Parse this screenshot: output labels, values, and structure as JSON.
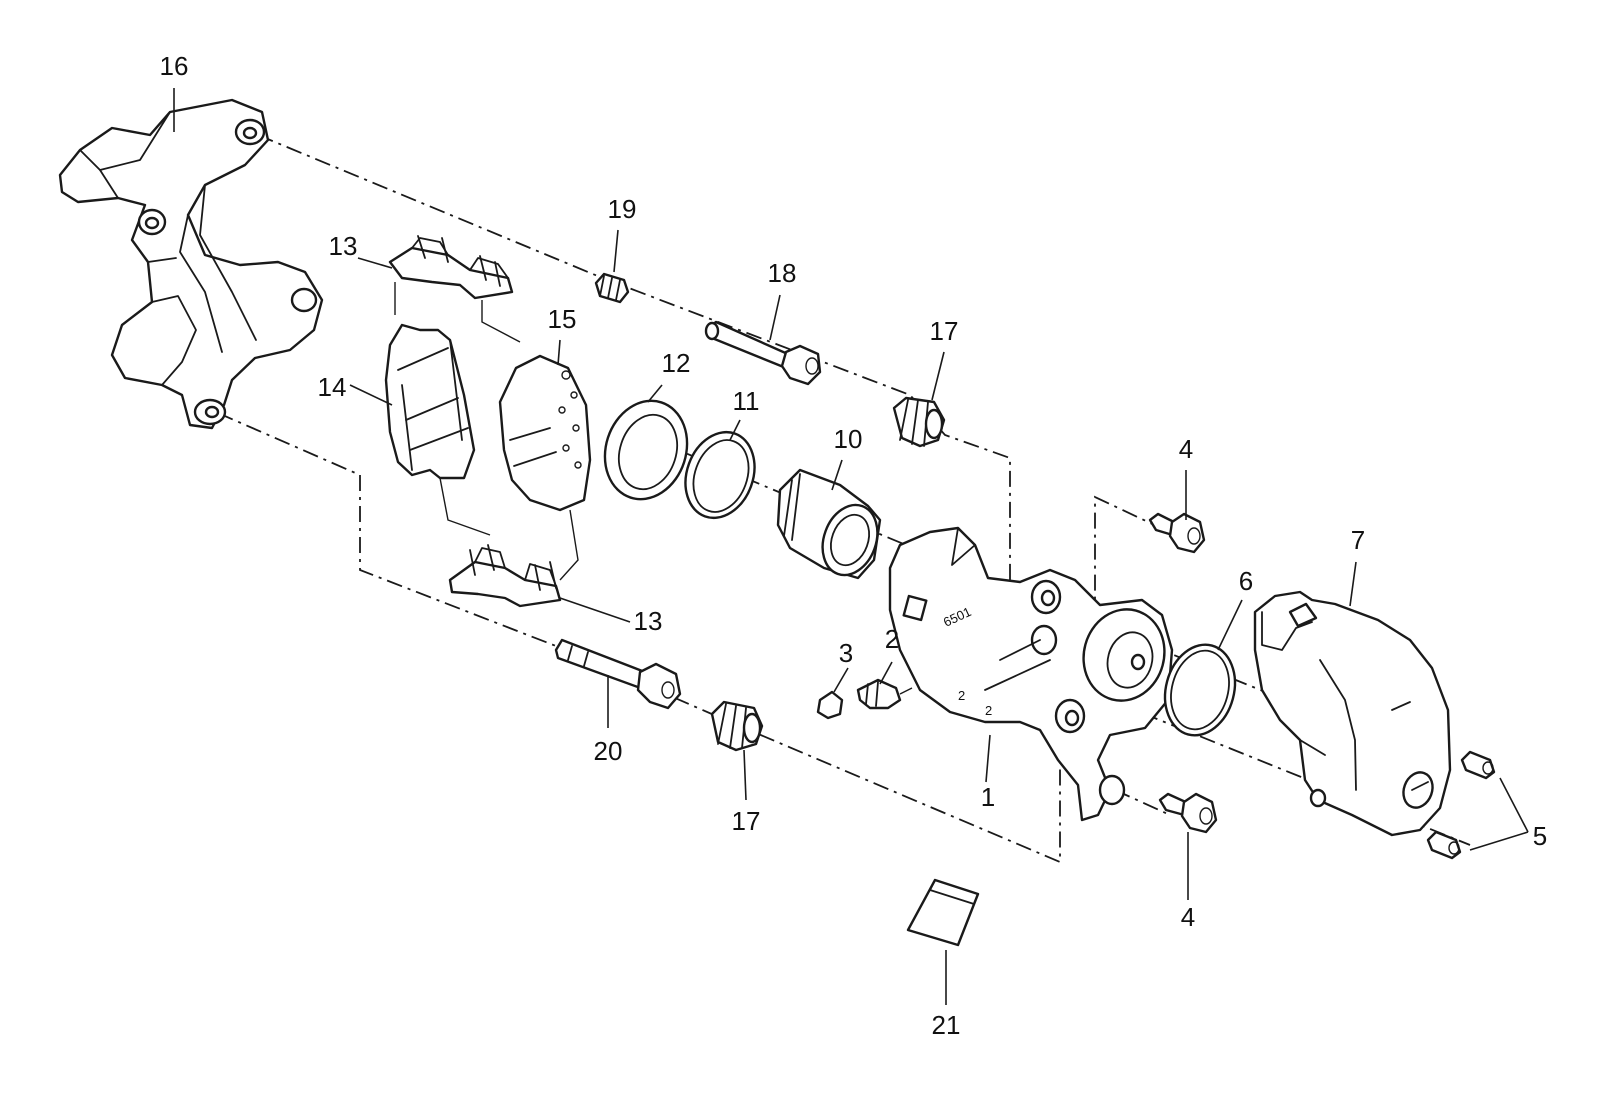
{
  "diagram": {
    "type": "exploded-parts-view",
    "subject": "rear brake caliper assembly",
    "callouts": [
      {
        "id": "c16",
        "label": "16"
      },
      {
        "id": "c19",
        "label": "19"
      },
      {
        "id": "c13a",
        "label": "13"
      },
      {
        "id": "c18",
        "label": "18"
      },
      {
        "id": "c15",
        "label": "15"
      },
      {
        "id": "c17a",
        "label": "17"
      },
      {
        "id": "c12",
        "label": "12"
      },
      {
        "id": "c14",
        "label": "14"
      },
      {
        "id": "c11",
        "label": "11"
      },
      {
        "id": "c10",
        "label": "10"
      },
      {
        "id": "c4a",
        "label": "4"
      },
      {
        "id": "c7",
        "label": "7"
      },
      {
        "id": "c6",
        "label": "6"
      },
      {
        "id": "c13b",
        "label": "13"
      },
      {
        "id": "c3",
        "label": "3"
      },
      {
        "id": "c2",
        "label": "2"
      },
      {
        "id": "c20",
        "label": "20"
      },
      {
        "id": "c1",
        "label": "1"
      },
      {
        "id": "c17b",
        "label": "17"
      },
      {
        "id": "c5",
        "label": "5"
      },
      {
        "id": "c4b",
        "label": "4"
      },
      {
        "id": "c21",
        "label": "21"
      }
    ],
    "housing_stamp": "6501",
    "housing_marks": [
      "2",
      "2"
    ]
  }
}
